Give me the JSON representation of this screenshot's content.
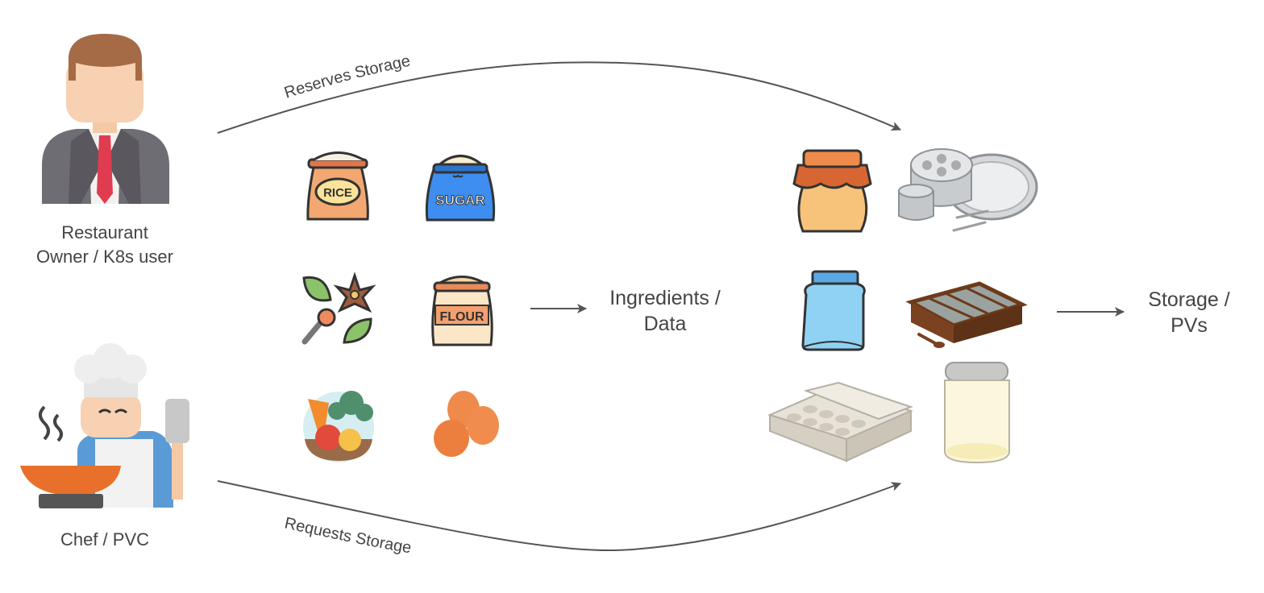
{
  "actors": {
    "owner": {
      "label": "Restaurant Owner / K8s user"
    },
    "chef": {
      "label": "Chef / PVC"
    }
  },
  "flows": {
    "reserves": "Reserves Storage",
    "requests": "Requests Storage"
  },
  "ingredients": {
    "rice_tag": "RICE",
    "sugar_tag": "SUGAR",
    "flour_tag": "FLOUR",
    "label": "Ingredients / Data"
  },
  "storage": {
    "label": "Storage / PVs"
  }
}
